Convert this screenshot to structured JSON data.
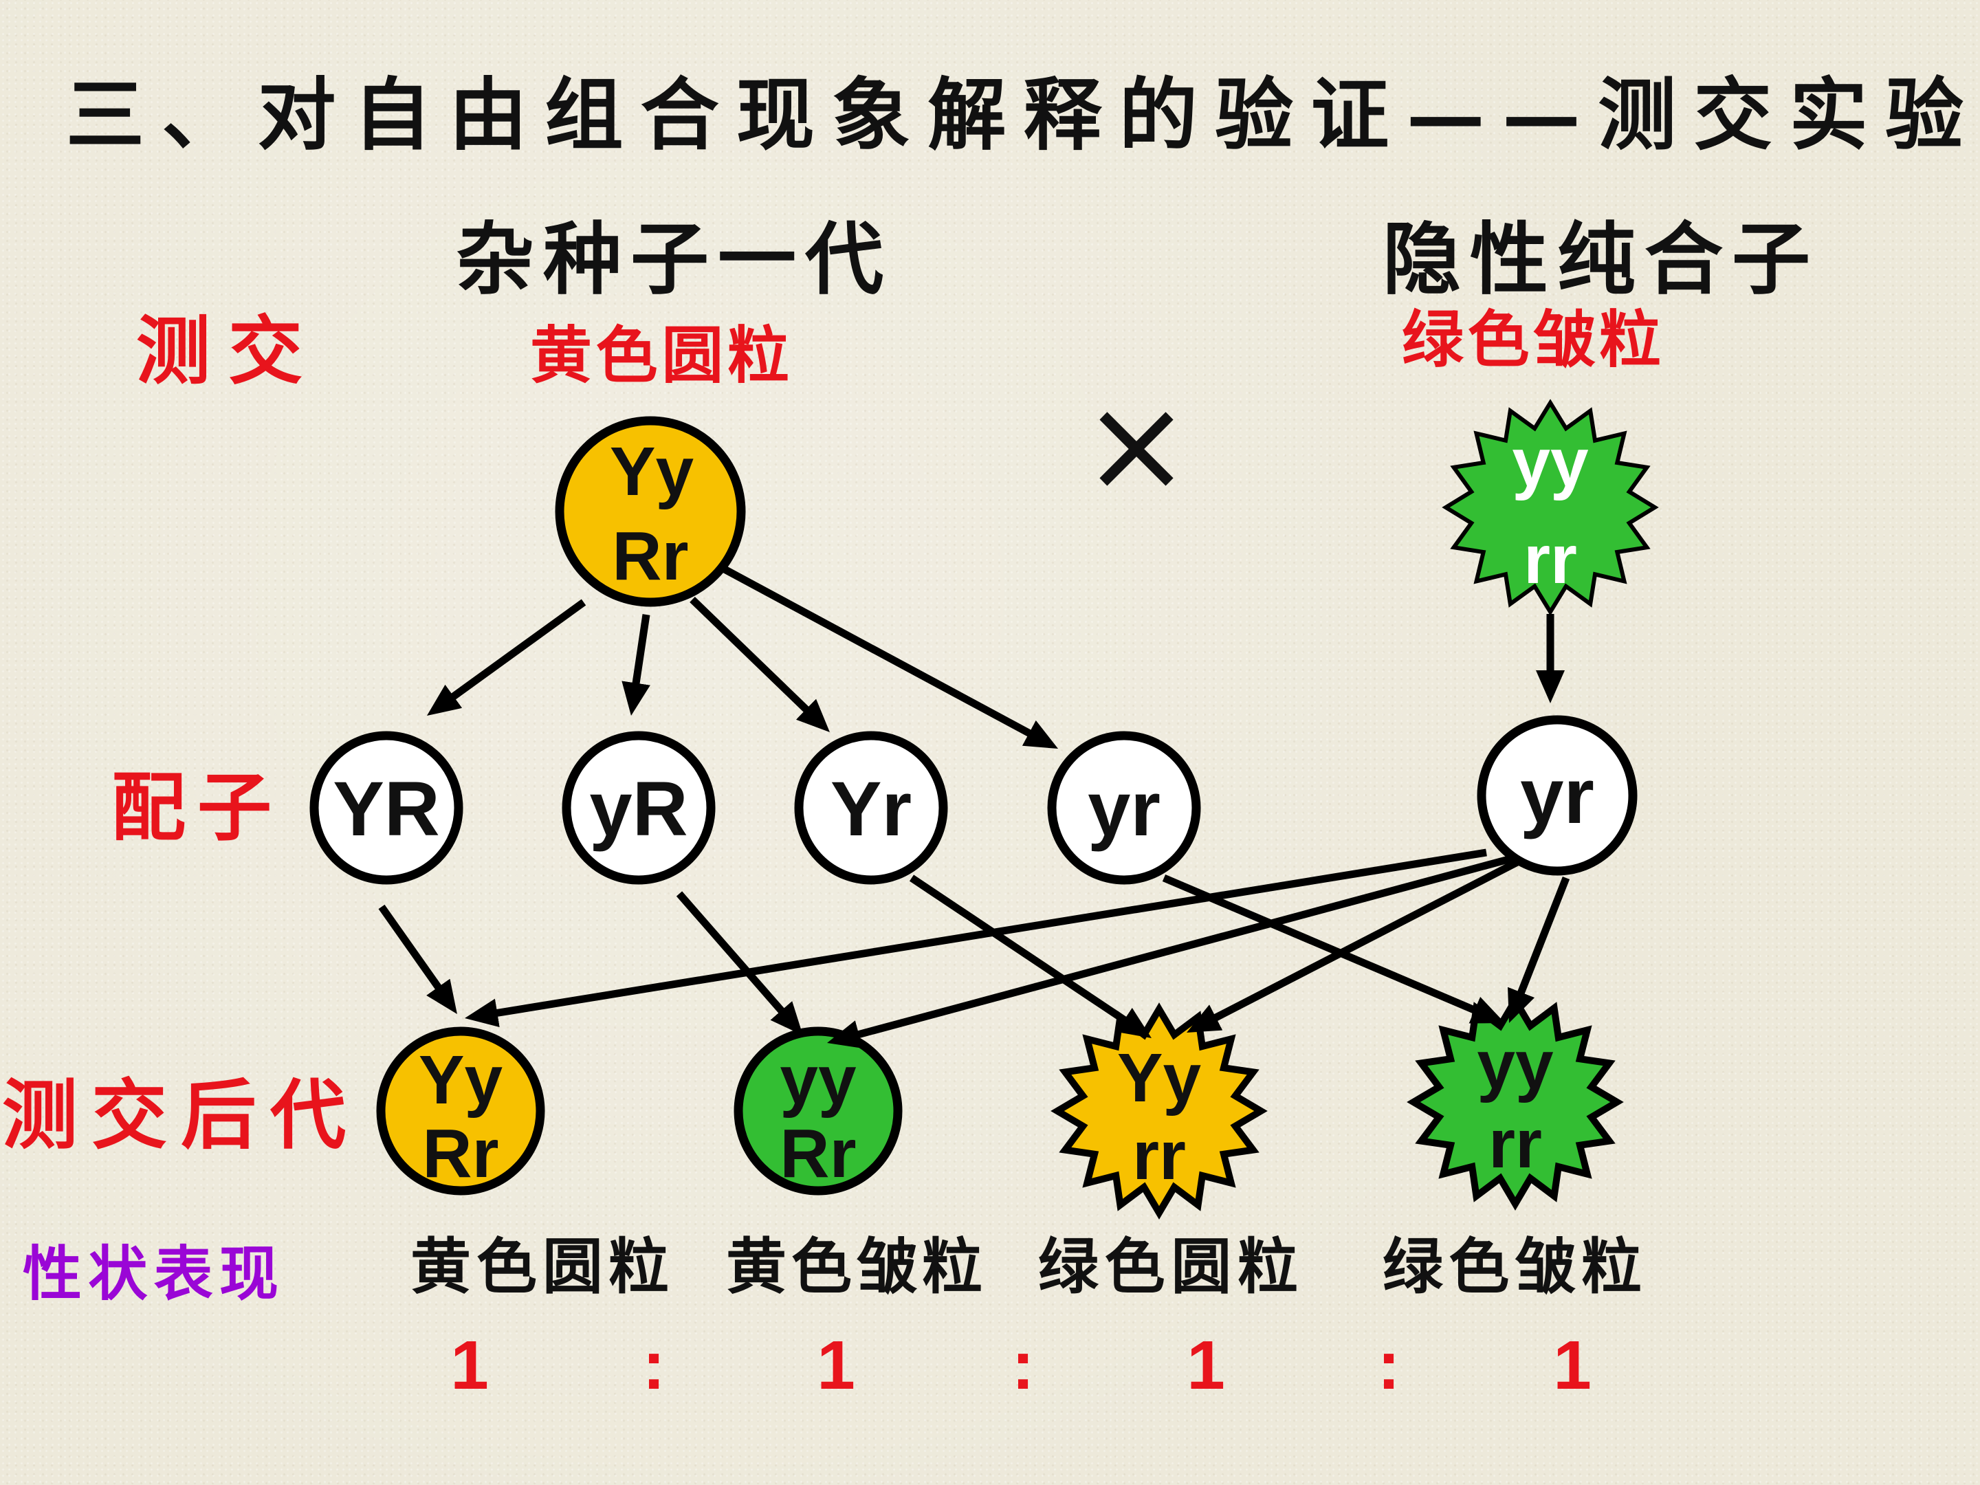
{
  "title": "三、对自由组合现象解释的验证——测交实验",
  "row_labels": {
    "testcross": "测交",
    "gametes": "配子",
    "offspring": "测交后代",
    "phenotype": "性状表现"
  },
  "cross_symbol": "×",
  "parents": {
    "left": {
      "heading": "杂种子一代",
      "phenotype": "黄色圆粒",
      "genotype": [
        "Yy",
        "Rr"
      ],
      "icon": "round-seed-icon",
      "fill": "#F7C100"
    },
    "right": {
      "heading": "隐性纯合子",
      "phenotype": "绿色皱粒",
      "genotype": [
        "yy",
        "rr"
      ],
      "icon": "wrinkled-seed-icon",
      "fill": "#33BE33"
    }
  },
  "gametes": {
    "left": [
      "YR",
      "yR",
      "Yr",
      "yr"
    ],
    "right": "yr"
  },
  "offspring": [
    {
      "genotype": [
        "Yy",
        "Rr"
      ],
      "icon": "round-seed-icon",
      "fill": "#F7C100"
    },
    {
      "genotype": [
        "yy",
        "Rr"
      ],
      "icon": "round-seed-icon",
      "fill": "#33BE33"
    },
    {
      "genotype": [
        "Yy",
        "rr"
      ],
      "icon": "wrinkled-seed-icon",
      "fill": "#F7C100"
    },
    {
      "genotype": [
        "yy",
        "rr"
      ],
      "icon": "wrinkled-seed-icon",
      "fill": "#33BE33"
    }
  ],
  "phenotype_labels": [
    "黄色圆粒",
    "黄色皱粒",
    "绿色圆粒",
    "绿色皱粒"
  ],
  "ratio": [
    "1",
    ":",
    "1",
    ":",
    "1",
    ":",
    "1"
  ],
  "colors": {
    "label_red": "#E8141C",
    "label_purple": "#9A06D6",
    "text_black": "#111111",
    "light_text": "#FFFFFF",
    "outline": "#000000",
    "gamete_fill": "#FFFFFF",
    "background": "#EDE9DA"
  }
}
